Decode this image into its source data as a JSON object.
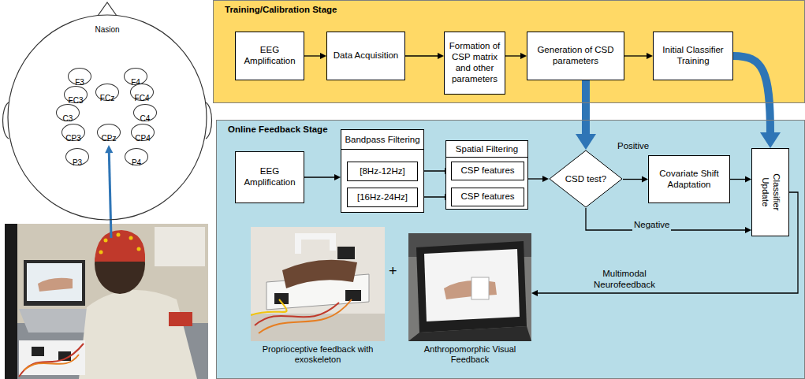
{
  "diagram": {
    "nodes": [
      {
        "text": [
          "Nasion"
        ]
      },
      {
        "text": [
          "F3"
        ],
        "in": 0
      },
      {
        "text": [
          "F4"
        ],
        "in": 0
      },
      {
        "text": [
          "FC3"
        ],
        "in": 0
      },
      {
        "text": [
          "FCz"
        ],
        "in": 0
      },
      {
        "text": [
          "FC4"
        ],
        "in": 0
      },
      {
        "text": [
          "C3"
        ],
        "in": 0
      },
      {
        "text": [
          "C4"
        ],
        "in": 0
      },
      {
        "text": [
          "CP3"
        ],
        "in": 0
      },
      {
        "text": [
          "CPz"
        ],
        "in": 0
      },
      {
        "text": [
          "CP4"
        ],
        "in": 0
      },
      {
        "text": [
          "P3"
        ],
        "in": 0
      },
      {
        "text": [
          "P4"
        ],
        "in": 0
      },
      {
        "text": [
          "Training/Calibration Stage"
        ]
      },
      {
        "text": [
          "EEG Amplification"
        ],
        "in": 13
      },
      {
        "text": [
          "Data Acquisition"
        ],
        "in": 13
      },
      {
        "text": [
          "Formation of CSP matrix and other parameters"
        ],
        "in": 13
      },
      {
        "text": [
          "Generation of CSD parameters"
        ],
        "in": 13
      },
      {
        "text": [
          "Initial Classifier Training"
        ],
        "in": 13
      },
      {
        "text": [
          "Online Feedback Stage"
        ]
      },
      {
        "text": [
          "EEG Amplification"
        ],
        "in": 19
      },
      {
        "text": [
          "Bandpass Filtering"
        ],
        "in": 19
      },
      {
        "text": [
          "[8Hz-12Hz]"
        ],
        "in": 21
      },
      {
        "text": [
          "[16Hz-24Hz]"
        ],
        "in": 21
      },
      {
        "text": [
          "Spatial Filtering"
        ],
        "in": 19
      },
      {
        "text": [
          "CSP features"
        ],
        "in": 24
      },
      {
        "text": [
          "CSP features"
        ],
        "in": 24
      },
      {
        "text": [
          "CSD test?"
        ],
        "in": 19
      },
      {
        "text": [
          "Covariate Shift Adaptation"
        ],
        "in": 19
      },
      {
        "text": [
          "Classifier Update"
        ],
        "in": 19
      },
      {
        "text": [
          "Proprioceptive feedback with exoskeleton"
        ],
        "in": 19
      },
      {
        "text": [
          "Anthropomorphic Visual Feedback"
        ],
        "in": 19
      }
    ],
    "edges": [
      {
        "from": 14,
        "to": 15,
        "arrow": "to"
      },
      {
        "from": 15,
        "to": 16,
        "arrow": "to"
      },
      {
        "from": 16,
        "to": 17,
        "arrow": "to"
      },
      {
        "from": 17,
        "to": 18,
        "arrow": "to"
      },
      {
        "from": 17,
        "to": 27,
        "arrow": "to"
      },
      {
        "from": 18,
        "to": 29,
        "arrow": "to"
      },
      {
        "from": 20,
        "to": 21,
        "arrow": "to"
      },
      {
        "from": 22,
        "to": 25,
        "arrow": "to"
      },
      {
        "from": 23,
        "to": 26,
        "arrow": "to"
      },
      {
        "from": 24,
        "to": 27,
        "arrow": "to"
      },
      {
        "from": 27,
        "to": 28,
        "label": "Positive",
        "arrow": "to"
      },
      {
        "from": 28,
        "to": 29,
        "arrow": "to"
      },
      {
        "from": 27,
        "to": 29,
        "label": "Negative",
        "arrow": "to"
      },
      {
        "from": 29,
        "to": 31,
        "label": "Multimodal Neurofeedback",
        "arrow": "to"
      }
    ],
    "labels": [
      "+"
    ]
  }
}
